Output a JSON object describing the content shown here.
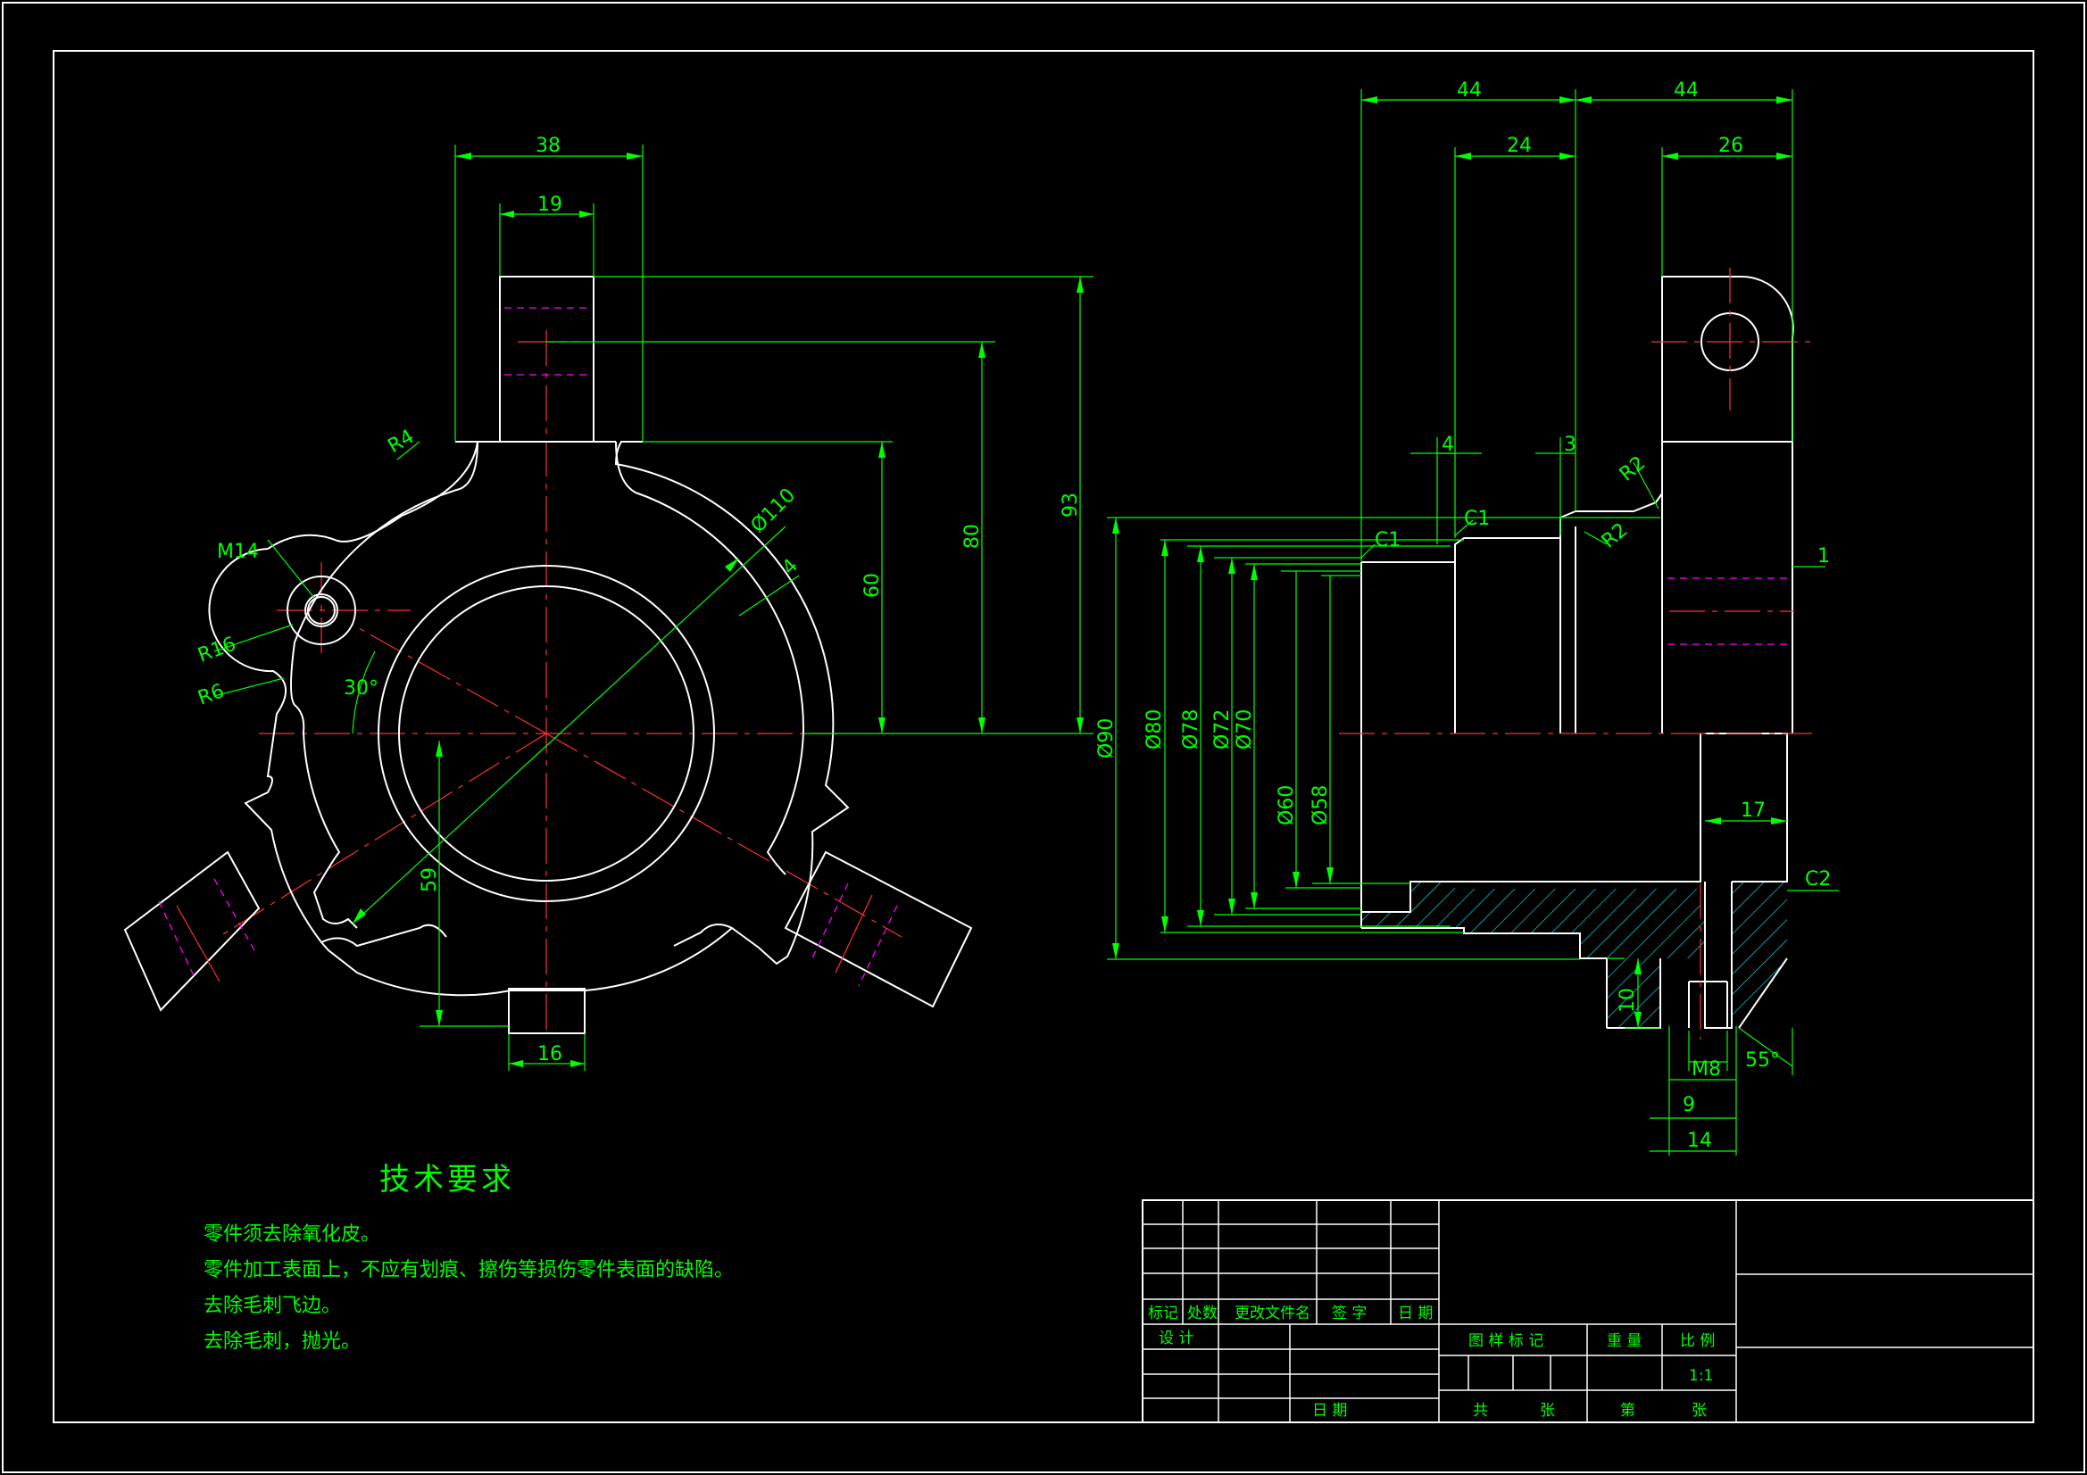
{
  "colors": {
    "background": "#000000",
    "outline": "#ffffff",
    "dimension": "#00ff00",
    "centerline": "#ff0000",
    "hidden": "#ff00ff",
    "hatch": "#00ffff",
    "text": "#00ff00"
  },
  "front_view": {
    "dims": {
      "w38": "38",
      "w19": "19",
      "w16": "16",
      "h93": "93",
      "h80": "80",
      "h60": "60",
      "h59": "59",
      "r4": "R4",
      "m14": "M14",
      "r16": "R16",
      "r6": "R6",
      "ang30": "30°",
      "dia110": "Ø110",
      "t4": "4"
    }
  },
  "side_view": {
    "dims": {
      "w44a": "44",
      "w44b": "44",
      "w24": "24",
      "w26": "26",
      "s4": "4",
      "s3": "3",
      "c1a": "C1",
      "c1b": "C1",
      "r2a": "R2",
      "r2b": "R2",
      "s1": "1",
      "d90": "Ø90",
      "d80": "Ø80",
      "d78": "Ø78",
      "d72": "Ø72",
      "d70": "Ø70",
      "d60": "Ø60",
      "d58": "Ø58",
      "w17": "17",
      "c2": "C2",
      "h10": "10",
      "m8": "M8",
      "ang55": "55°",
      "w9": "9",
      "w14": "14"
    }
  },
  "tech": {
    "title": "技术要求",
    "lines": [
      "零件须去除氧化皮。",
      "零件加工表面上，不应有划痕、擦伤等损伤零件表面的缺陷。",
      "去除毛刺飞边。",
      "去除毛刺，抛光。"
    ]
  },
  "title_block": {
    "marker": "标记",
    "count": "处数",
    "change_doc": "更改文件名",
    "signature": "签 字",
    "date": "日 期",
    "design": "设 计",
    "date2": "日 期",
    "drawing_mark": "图 样 标 记",
    "weight": "重 量",
    "scale": "比 例",
    "scale_value": "1:1",
    "total": "共",
    "sheets": "张",
    "sheet_no": "第",
    "sheets2": "张"
  }
}
